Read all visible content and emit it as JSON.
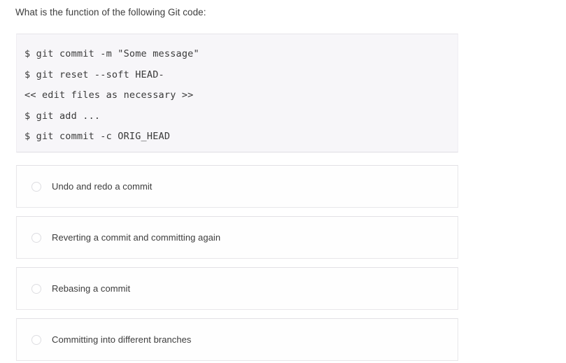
{
  "question": {
    "prompt": "What is the function of the following Git code:"
  },
  "code_block": {
    "lines": [
      "$ git commit -m \"Some message\"",
      "$ git reset --soft HEAD-",
      "<< edit files as necessary >>",
      "$ git add ...",
      "$ git commit -c ORIG_HEAD"
    ]
  },
  "answers": {
    "selected": null,
    "options": [
      {
        "label": "Undo and redo a commit",
        "selected": false
      },
      {
        "label": "Reverting a commit and committing again",
        "selected": false
      },
      {
        "label": "Rebasing a commit",
        "selected": false
      },
      {
        "label": "Committing into different branches",
        "selected": false
      }
    ]
  },
  "colors": {
    "page_background": "#ffffff",
    "code_background": "#f7f6f9",
    "code_text": "#3a3a3a",
    "question_text": "#3d3d3d",
    "option_text": "#3c3c3c",
    "option_border": "#e8e7ea",
    "radio_border": "#dddde1"
  }
}
